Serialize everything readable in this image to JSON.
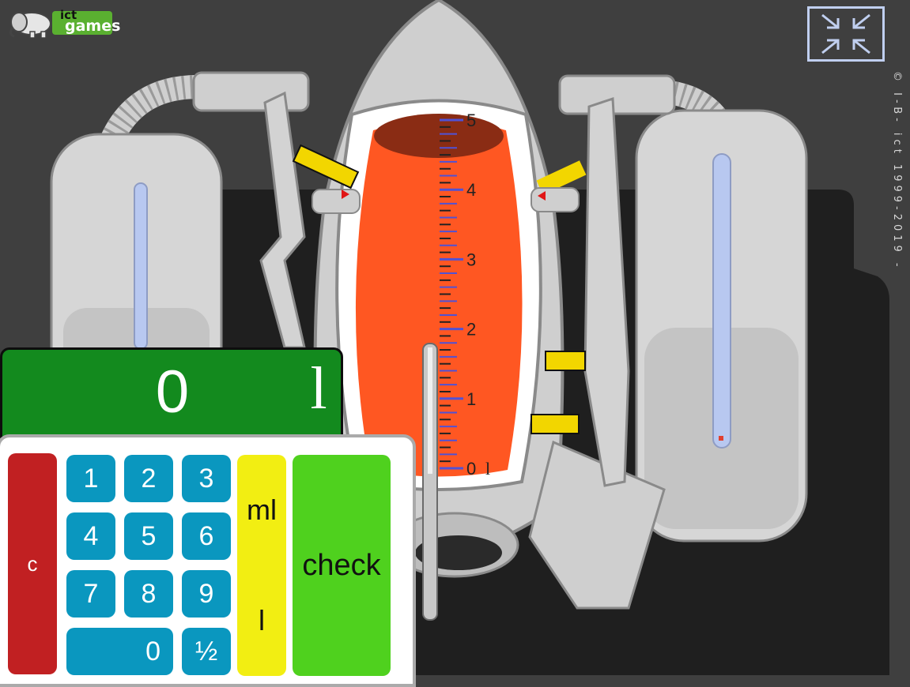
{
  "logo": {
    "ict": "ict",
    "games": "games"
  },
  "fullscreen": {
    "icon": "collapse-arrows-icon"
  },
  "side_text": "© I-B- ict 1999-2019 -",
  "beaker": {
    "scale_labels": [
      "0",
      "1",
      "2",
      "3",
      "4",
      "5"
    ],
    "unit": "l"
  },
  "display": {
    "value": "0",
    "unit": "l"
  },
  "keypad": {
    "clear": "c",
    "digits": [
      "1",
      "2",
      "3",
      "4",
      "5",
      "6",
      "7",
      "8",
      "9"
    ],
    "zero": "0",
    "half": "½",
    "units": [
      "ml",
      "l"
    ],
    "check": "check"
  },
  "colors": {
    "background": "#3f3f3f",
    "liquid": "#ff5722",
    "display_green": "#138a1e",
    "key_blue": "#0a97bf",
    "clear_red": "#c12022",
    "unit_yellow": "#f2ee12",
    "check_green": "#4fd11e"
  }
}
